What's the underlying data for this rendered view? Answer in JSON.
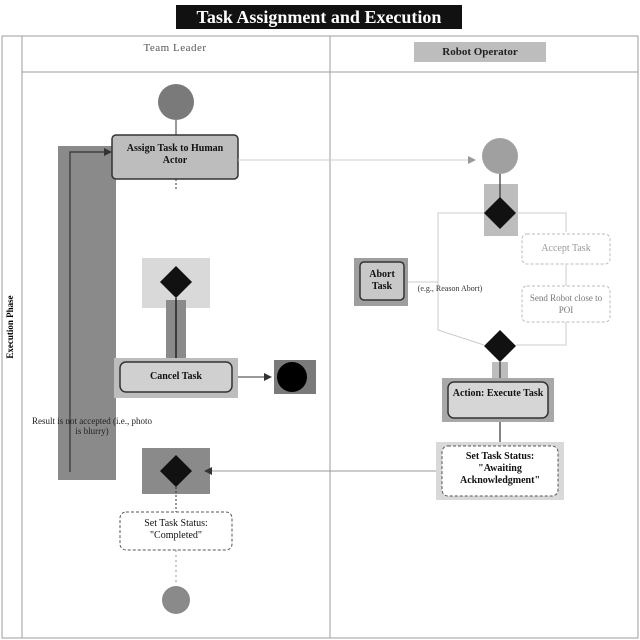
{
  "diagram": {
    "title": "Task Assignment and Execution",
    "lanes": {
      "left": "Team Leader",
      "right": "Robot Operator"
    },
    "phase_label": "Execution Phase",
    "nodes": {
      "assign_task": "Assign Task to Human Actor",
      "cancel_task": "Cancel Task",
      "set_status_completed": "Set Task Status: \"Completed\"",
      "abort_task": "Abort Task",
      "accept_task": "Accept Task",
      "send_robot": "Send Robot close to POI",
      "execute_task": "Action: Execute Task",
      "set_status_awaiting": "Set Task Status: \"Awaiting Acknowledgment\""
    },
    "edge_labels": {
      "abort_condition": "(e.g., Reason Abort)",
      "result_condition": "Result is not accepted (i.e., photo is blurry)"
    }
  },
  "colors": {
    "lane_line": "#9e9e9e",
    "dark_gray": "#8a8a8a",
    "medium_gray": "#bdbdbd",
    "light_gray": "#d9d9d9",
    "node_fill": "#333333"
  }
}
